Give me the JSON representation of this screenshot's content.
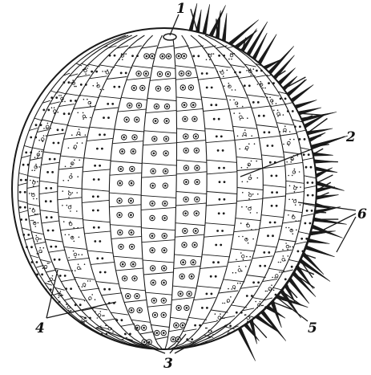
{
  "diagram": {
    "colors": {
      "ink": "#1a1a1a",
      "paper": "#ffffff",
      "plate_shade": "#f3f3f3"
    },
    "labels": [
      {
        "id": "label-1",
        "text": "1"
      },
      {
        "id": "label-2",
        "text": "2"
      },
      {
        "id": "label-3",
        "text": "3"
      },
      {
        "id": "label-4",
        "text": "4"
      },
      {
        "id": "label-5",
        "text": "5"
      },
      {
        "id": "label-6",
        "text": "6"
      }
    ]
  }
}
